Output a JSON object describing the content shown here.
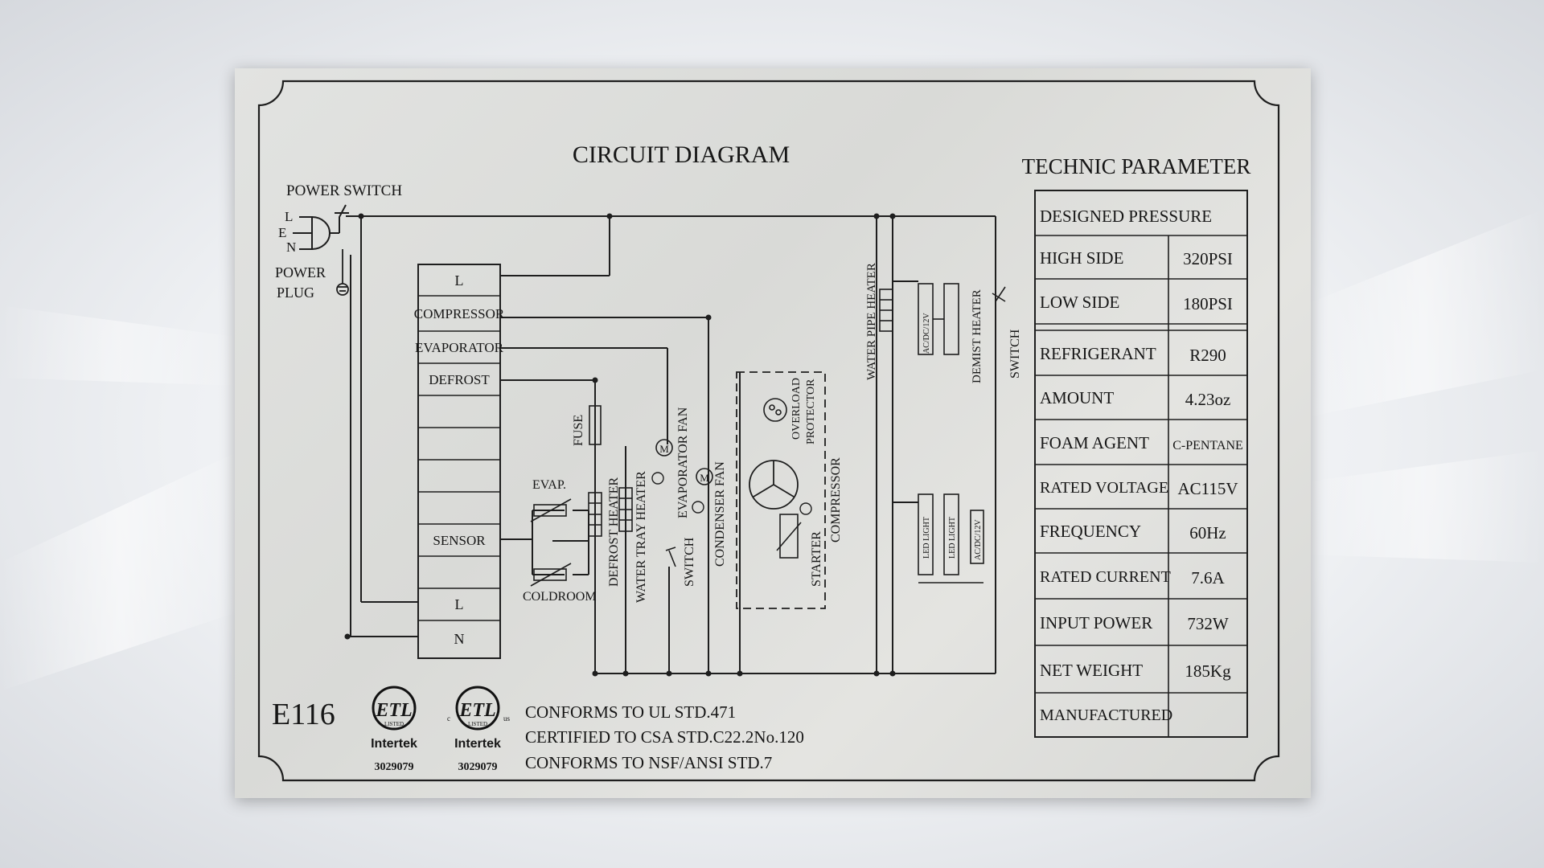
{
  "title": "CIRCUIT DIAGRAM",
  "power_switch_label": "POWER SWITCH",
  "plug_pins": [
    "L",
    "E",
    "N"
  ],
  "power_plug_label": [
    "POWER",
    "PLUG"
  ],
  "terminal_block": [
    "L",
    "COMPRESSOR",
    "EVAPORATOR",
    "DEFROST",
    "",
    "",
    "",
    "",
    "SENSOR",
    "",
    "L",
    "N"
  ],
  "components": {
    "fuse": "FUSE",
    "evap_sensor": "EVAP.",
    "coldroom_sensor": "COLDROOM",
    "defrost_heater": "DEFROST HEATER",
    "water_tray_heater": "WATER TRAY HEATER",
    "switch_left": "SWITCH",
    "evaporator_fan": "EVAPORATOR FAN",
    "condenser_fan": "CONDENSER FAN",
    "overload_protector": [
      "OVERLOAD",
      "PROTECTOR"
    ],
    "compressor": "COMPRESSOR",
    "starter": "STARTER",
    "water_pipe_heater": "WATER PIPE HEATER",
    "demist_heater": "DEMIST HEATER",
    "switch_right": "SWITCH",
    "supply_label": "AC/DC/12V",
    "led_light": "LED LIGHT",
    "motor_symbol": "M"
  },
  "technic": {
    "title": "TECHNIC PARAMETER",
    "header_row": "DESIGNED PRESSURE",
    "rows": [
      {
        "label": "HIGH SIDE",
        "value": "320PSI"
      },
      {
        "label": "LOW SIDE",
        "value": "180PSI"
      },
      {
        "label": "REFRIGERANT",
        "value": "R290"
      },
      {
        "label": "AMOUNT",
        "value": "4.23oz"
      },
      {
        "label": "FOAM AGENT",
        "value": "C-PENTANE"
      },
      {
        "label": "RATED VOLTAGE",
        "value": "AC115V"
      },
      {
        "label": "FREQUENCY",
        "value": "60Hz"
      },
      {
        "label": "RATED CURRENT",
        "value": "7.6A"
      },
      {
        "label": "INPUT POWER",
        "value": "732W"
      },
      {
        "label": "NET WEIGHT",
        "value": "185Kg"
      },
      {
        "label": "MANUFACTURED",
        "value": ""
      }
    ]
  },
  "footer": {
    "code": "E116",
    "etl_mark": "ETL",
    "listed_text": "LISTED",
    "us_text": "us",
    "c_text": "c",
    "logos": [
      {
        "brand": "Intertek",
        "number": "3029079"
      },
      {
        "brand": "Intertek",
        "number": "3029079"
      }
    ],
    "conformity": [
      "CONFORMS TO UL STD.471",
      "CERTIFIED TO CSA STD.C22.2No.120",
      "CONFORMS TO NSF/ANSI STD.7"
    ]
  }
}
